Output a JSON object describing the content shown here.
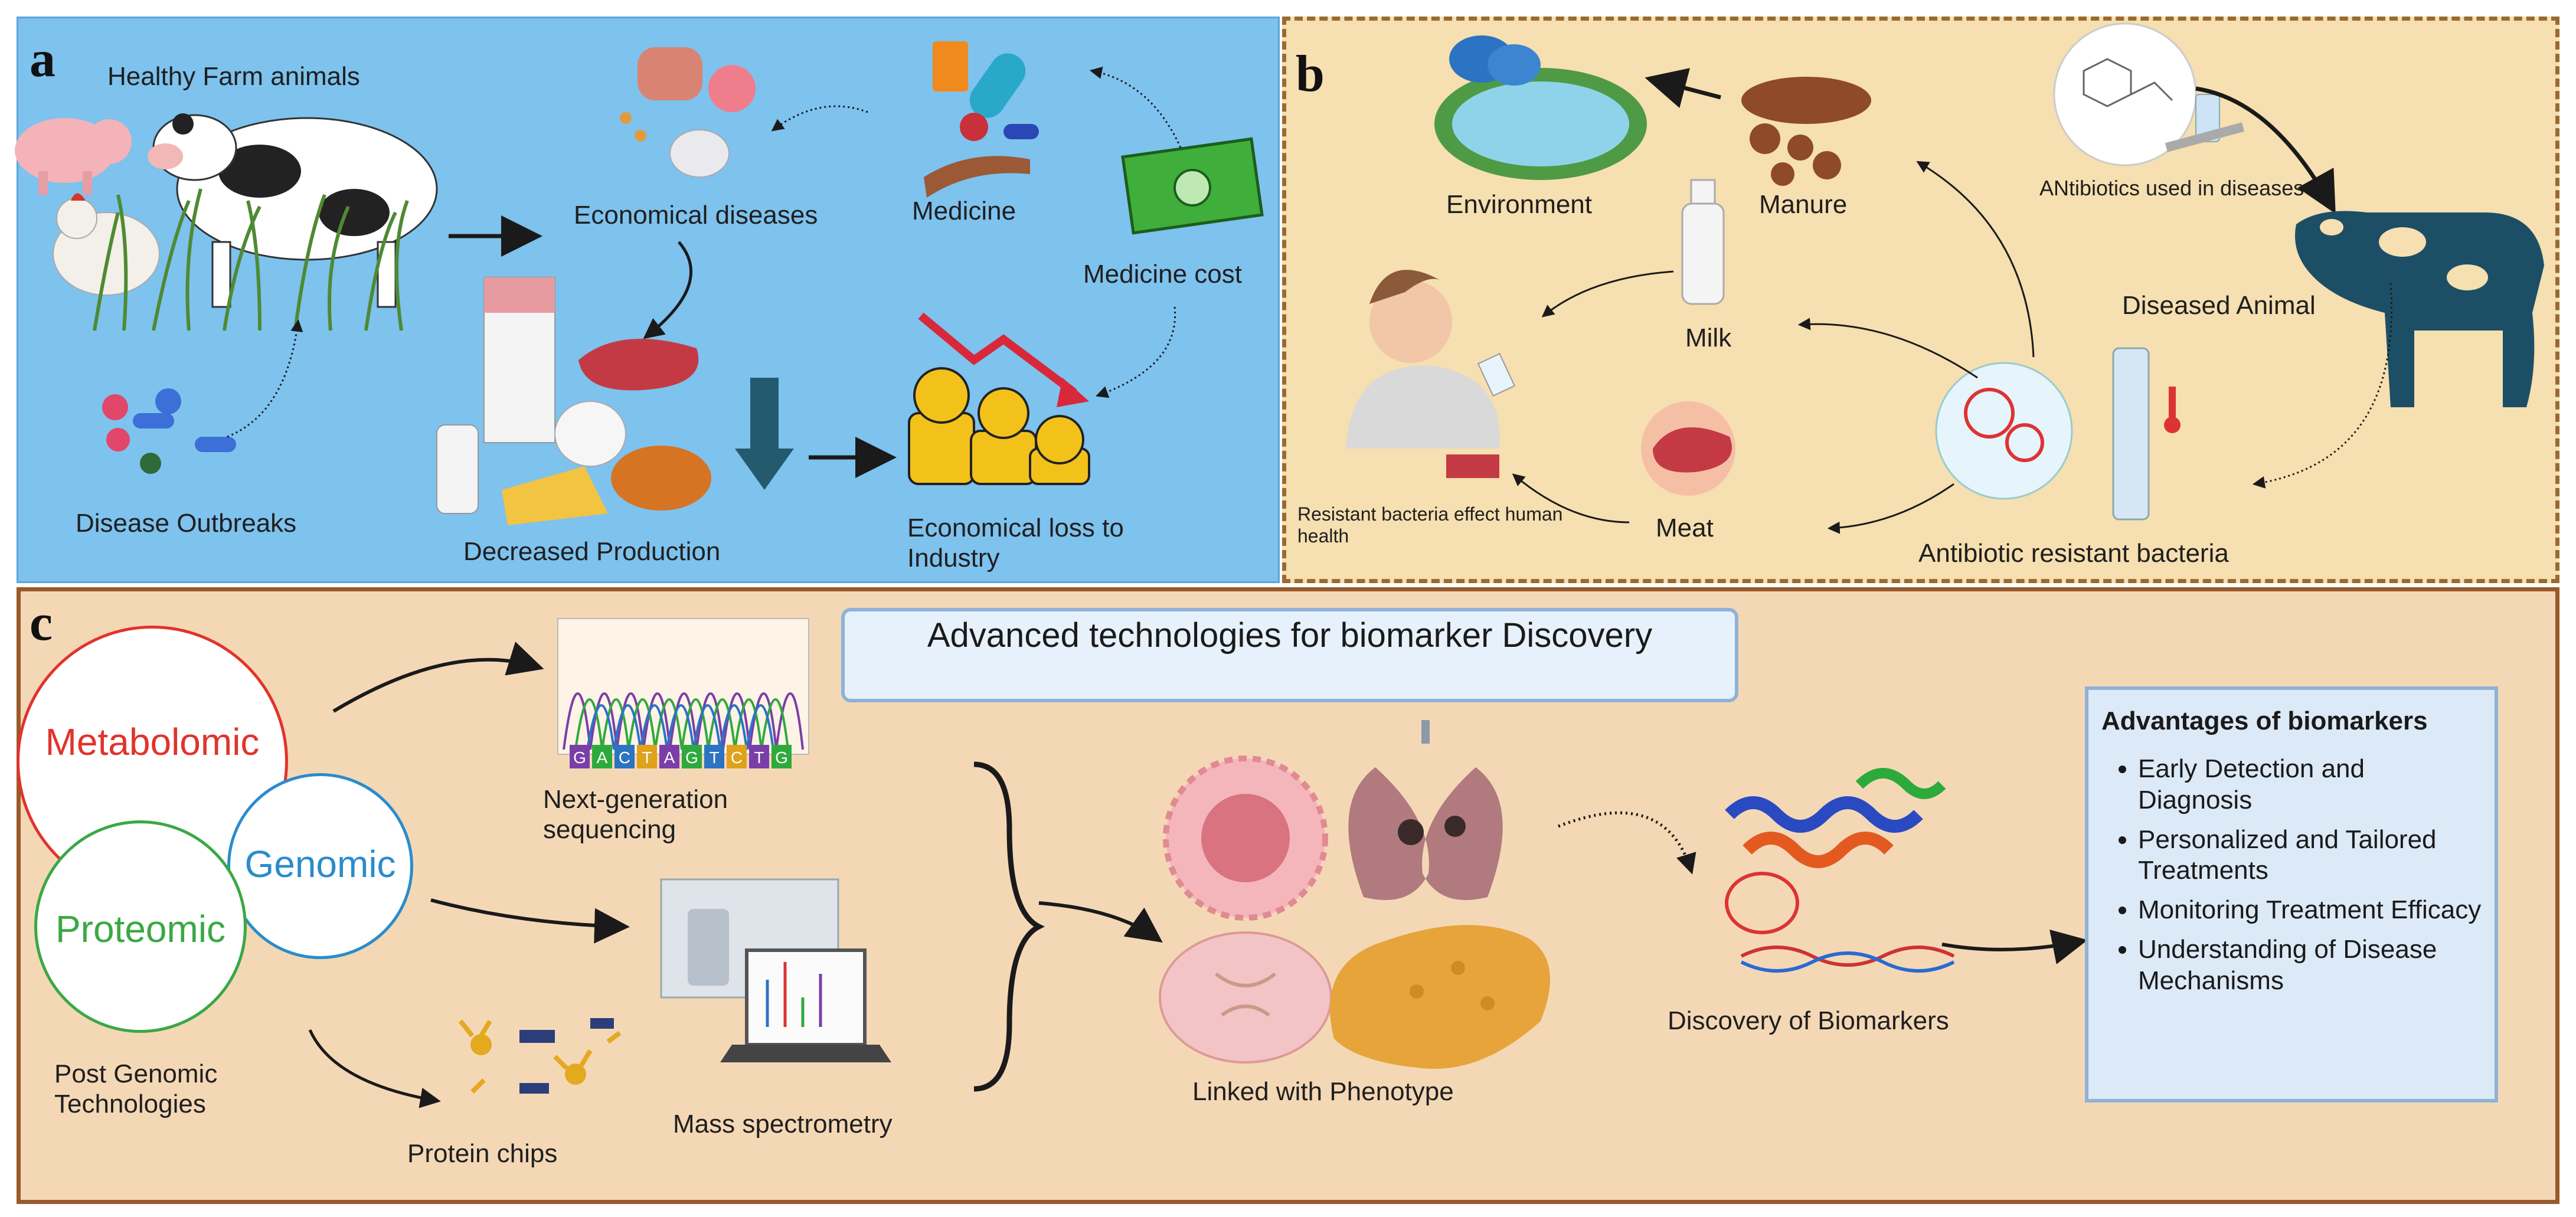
{
  "panels": {
    "a": {
      "label": "a",
      "healthy_farm_animals": "Healthy Farm animals",
      "disease_outbreaks": "Disease Outbreaks",
      "economical_diseases": "Economical diseases",
      "medicine": "Medicine",
      "medicine_cost": "Medicine cost",
      "decreased_production": "Decreased Production",
      "economical_loss": "Economical loss to Industry"
    },
    "b": {
      "label": "b",
      "environment": "Environment",
      "manure": "Manure",
      "antibiotics_used": "ANtibiotics used in diseases",
      "diseased_animal": "Diseased Animal",
      "milk": "Milk",
      "resistant_effect": "Resistant bacteria effect human health",
      "meat": "Meat",
      "antibiotic_resistant_bacteria": "Antibiotic resistant bacteria"
    },
    "c": {
      "label": "c",
      "banner_title": "Advanced technologies for biomarker Discovery",
      "metabolomic": "Metabolomic",
      "genomic": "Genomic",
      "proteomic": "Proteomic",
      "post_genomic": "Post Genomic Technologies",
      "ngs": "Next-generation sequencing",
      "dna_letters": [
        "G",
        "A",
        "C",
        "T",
        "A",
        "G",
        "T",
        "C",
        "T",
        "G"
      ],
      "protein_chips": "Protein chips",
      "mass_spec": "Mass spectrometry",
      "linked_phenotype": "Linked with Phenotype",
      "discovery_biomarkers": "Discovery of Biomarkers",
      "advantages_title": "Advantages of biomarkers",
      "advantages": [
        "Early Detection and Diagnosis",
        "Personalized and Tailored Treatments",
        "Monitoring Treatment Efficacy",
        "Understanding of Disease Mechanisms"
      ]
    }
  },
  "colors": {
    "panel_a_bg": "#7ec2ee",
    "panel_b_bg": "#f6dfb0",
    "panel_c_bg": "#f4d8b6",
    "metabolomic": "#e0342c",
    "genomic": "#2a8ccc",
    "proteomic": "#3aa845"
  }
}
